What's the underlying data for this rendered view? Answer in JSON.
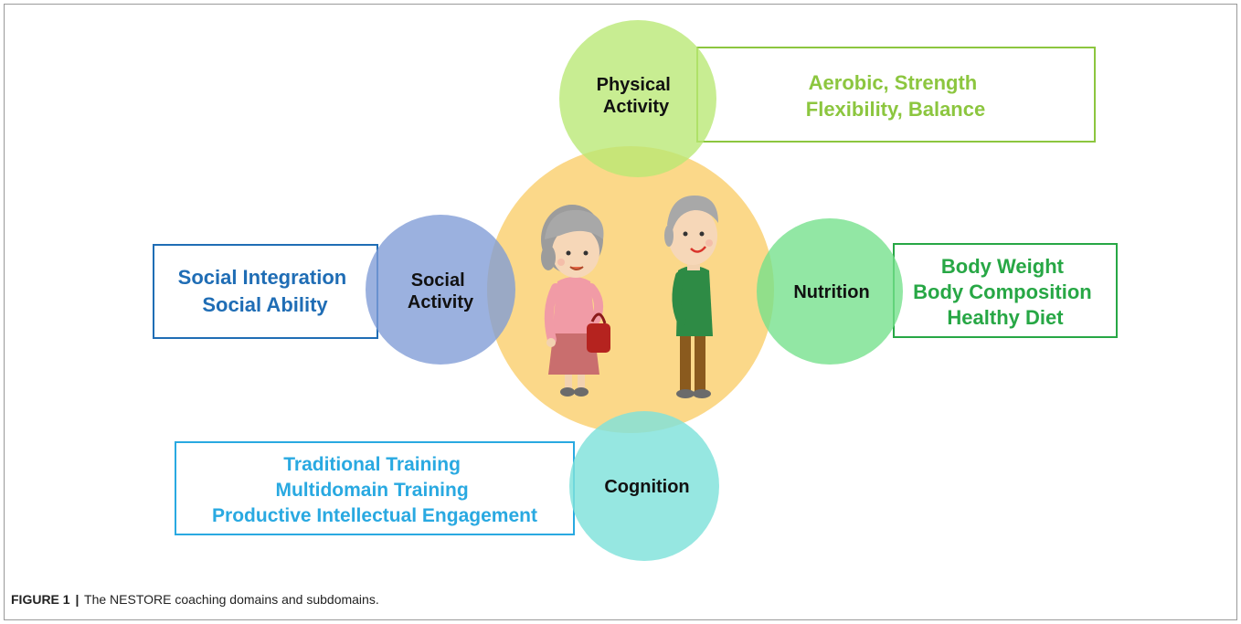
{
  "colors": {
    "center": "#fbd889",
    "physical": "#c8ec8c",
    "physical_text": "#8cc63f",
    "social": "#8fa8dc",
    "social_text": "#1f6db5",
    "nutrition": "#86e699",
    "nutrition_text": "#27a745",
    "cognition": "#8fe5de",
    "cognition_text": "#29a9e1"
  },
  "domains": {
    "physical": {
      "line1": "Physical",
      "line2": "Activity"
    },
    "social": {
      "line1": "Social",
      "line2": "Activity"
    },
    "nutrition": {
      "line1": "Nutrition"
    },
    "cognition": {
      "line1": "Cognition"
    }
  },
  "subdomains": {
    "physical": [
      "Aerobic, Strength",
      "Flexibility, Balance"
    ],
    "social": [
      "Social Integration",
      "Social Ability"
    ],
    "nutrition": [
      "Body Weight",
      "Body Composition",
      "Healthy Diet"
    ],
    "cognition": [
      "Traditional Training",
      "Multidomain Training",
      "Productive Intellectual Engagement"
    ]
  },
  "caption": {
    "label": "FIGURE 1",
    "separator": "|",
    "text": "The NESTORE coaching domains and subdomains."
  }
}
